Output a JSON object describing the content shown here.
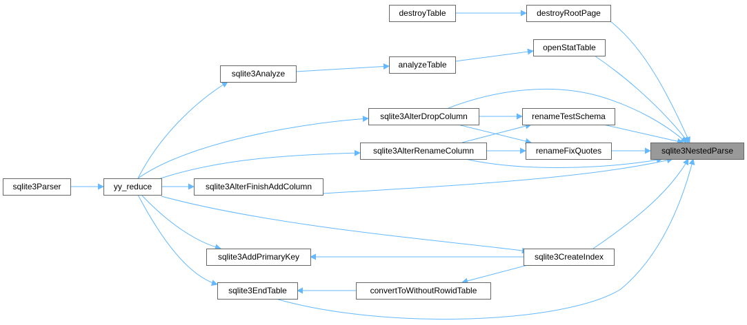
{
  "graph": {
    "edge_color": "#63b8ff",
    "nodes": [
      {
        "id": "destroyTable",
        "label": "destroyTable"
      },
      {
        "id": "destroyRootPage",
        "label": "destroyRootPage"
      },
      {
        "id": "openStatTable",
        "label": "openStatTable"
      },
      {
        "id": "analyzeTable",
        "label": "analyzeTable"
      },
      {
        "id": "sqlite3Analyze",
        "label": "sqlite3Analyze"
      },
      {
        "id": "sqlite3AlterDropColumn",
        "label": "sqlite3AlterDropColumn"
      },
      {
        "id": "renameTestSchema",
        "label": "renameTestSchema"
      },
      {
        "id": "sqlite3NestedParse",
        "label": "sqlite3NestedParse",
        "focus": true
      },
      {
        "id": "sqlite3AlterRenameColumn",
        "label": "sqlite3AlterRenameColumn"
      },
      {
        "id": "renameFixQuotes",
        "label": "renameFixQuotes"
      },
      {
        "id": "sqlite3Parser",
        "label": "sqlite3Parser"
      },
      {
        "id": "yy_reduce",
        "label": "yy_reduce"
      },
      {
        "id": "sqlite3AlterFinishAddColumn",
        "label": "sqlite3AlterFinishAddColumn"
      },
      {
        "id": "sqlite3AddPrimaryKey",
        "label": "sqlite3AddPrimaryKey"
      },
      {
        "id": "sqlite3CreateIndex",
        "label": "sqlite3CreateIndex"
      },
      {
        "id": "sqlite3EndTable",
        "label": "sqlite3EndTable"
      },
      {
        "id": "convertToWithoutRowidTable",
        "label": "convertToWithoutRowidTable"
      }
    ],
    "edges": [
      {
        "from": "destroyTable",
        "to": "destroyRootPage"
      },
      {
        "from": "destroyRootPage",
        "to": "sqlite3NestedParse"
      },
      {
        "from": "analyzeTable",
        "to": "openStatTable"
      },
      {
        "from": "openStatTable",
        "to": "sqlite3NestedParse"
      },
      {
        "from": "sqlite3Analyze",
        "to": "analyzeTable"
      },
      {
        "from": "yy_reduce",
        "to": "sqlite3Analyze"
      },
      {
        "from": "sqlite3AlterDropColumn",
        "to": "sqlite3NestedParse"
      },
      {
        "from": "sqlite3AlterDropColumn",
        "to": "renameTestSchema"
      },
      {
        "from": "sqlite3AlterDropColumn",
        "to": "renameFixQuotes"
      },
      {
        "from": "yy_reduce",
        "to": "sqlite3AlterDropColumn"
      },
      {
        "from": "renameTestSchema",
        "to": "sqlite3NestedParse"
      },
      {
        "from": "sqlite3AlterRenameColumn",
        "to": "renameTestSchema"
      },
      {
        "from": "sqlite3AlterRenameColumn",
        "to": "renameFixQuotes"
      },
      {
        "from": "sqlite3AlterRenameColumn",
        "to": "sqlite3NestedParse"
      },
      {
        "from": "yy_reduce",
        "to": "sqlite3AlterRenameColumn"
      },
      {
        "from": "renameFixQuotes",
        "to": "sqlite3NestedParse"
      },
      {
        "from": "sqlite3Parser",
        "to": "yy_reduce"
      },
      {
        "from": "yy_reduce",
        "to": "sqlite3AlterFinishAddColumn"
      },
      {
        "from": "sqlite3AlterFinishAddColumn",
        "to": "sqlite3NestedParse"
      },
      {
        "from": "yy_reduce",
        "to": "sqlite3CreateIndex"
      },
      {
        "from": "yy_reduce",
        "to": "sqlite3AddPrimaryKey"
      },
      {
        "from": "sqlite3CreateIndex",
        "to": "sqlite3AddPrimaryKey"
      },
      {
        "from": "sqlite3CreateIndex",
        "to": "sqlite3NestedParse"
      },
      {
        "from": "yy_reduce",
        "to": "sqlite3EndTable"
      },
      {
        "from": "convertToWithoutRowidTable",
        "to": "sqlite3EndTable"
      },
      {
        "from": "sqlite3CreateIndex",
        "to": "convertToWithoutRowidTable"
      },
      {
        "from": "sqlite3EndTable",
        "to": "sqlite3NestedParse"
      }
    ]
  }
}
